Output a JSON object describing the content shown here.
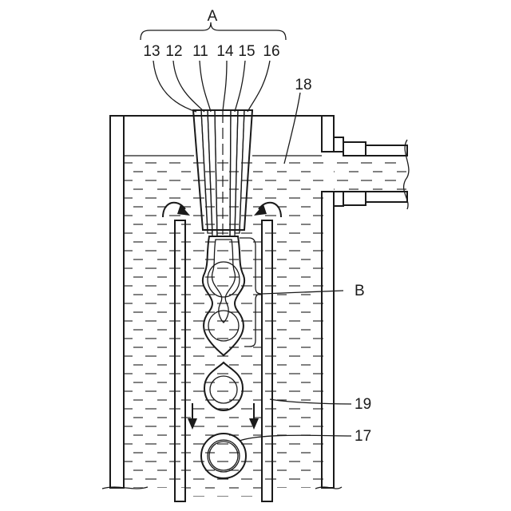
{
  "figure": {
    "group_label": "A",
    "region_label": "B",
    "nozzle_labels": [
      "13",
      "12",
      "11",
      "14",
      "15",
      "16"
    ],
    "tank_label": "18",
    "tube_label": "19",
    "capsule_label": "17"
  }
}
